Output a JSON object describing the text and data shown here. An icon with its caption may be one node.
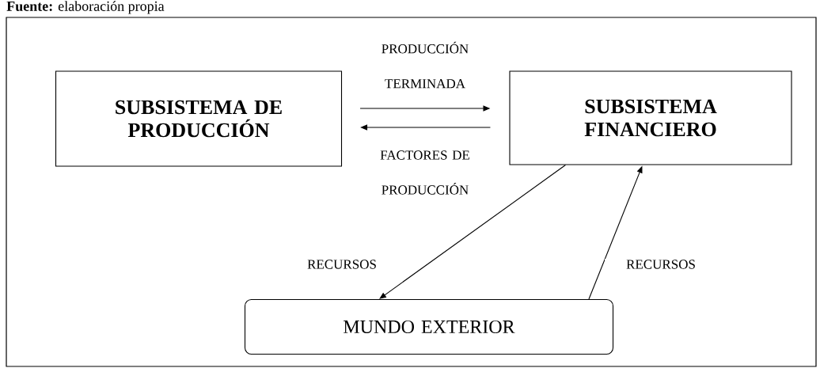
{
  "diagram": {
    "nodes": [
      {
        "text": [
          "SUBSISTEMA DE PRODUCCIÓN"
        ]
      },
      {
        "text": [
          "SUBSISTEMA FINANCIERO"
        ]
      },
      {
        "text": [
          "MUNDO EXTERIOR"
        ]
      }
    ],
    "edges": [
      {
        "from": 0,
        "to": 1,
        "arrow": "to",
        "label": "PRODUCCIÓN TERMINADA"
      },
      {
        "from": 1,
        "to": 0,
        "arrow": "to",
        "label": "FACTORES DE PRODUCCIÓN"
      },
      {
        "from": 1,
        "to": 2,
        "arrow": "to",
        "label": "RECURSOS"
      },
      {
        "from": 2,
        "to": 1,
        "arrow": "to",
        "label": "RECURSOS"
      }
    ],
    "labels": [
      "**Fuente:** elaboración propia"
    ]
  }
}
